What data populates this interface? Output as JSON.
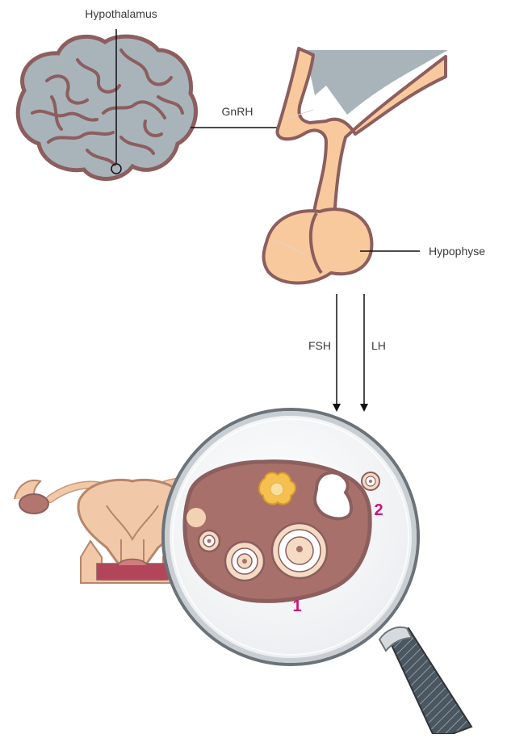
{
  "labels": {
    "hypothalamus": "Hypothalamus",
    "gnrh": "GnRH",
    "hypophyse": "Hypophyse",
    "fsh": "FSH",
    "lh": "LH"
  },
  "markers": {
    "one": "1",
    "two": "2"
  },
  "colors": {
    "brain_fill": "#a9b3ba",
    "brain_outline": "#8c5e5e",
    "pituitary_fill": "#f8c99c",
    "ovary_fill": "#a8706a",
    "uterus_fill": "#f1c8a8",
    "marker": "#d1127b",
    "arrow": "#111111"
  }
}
